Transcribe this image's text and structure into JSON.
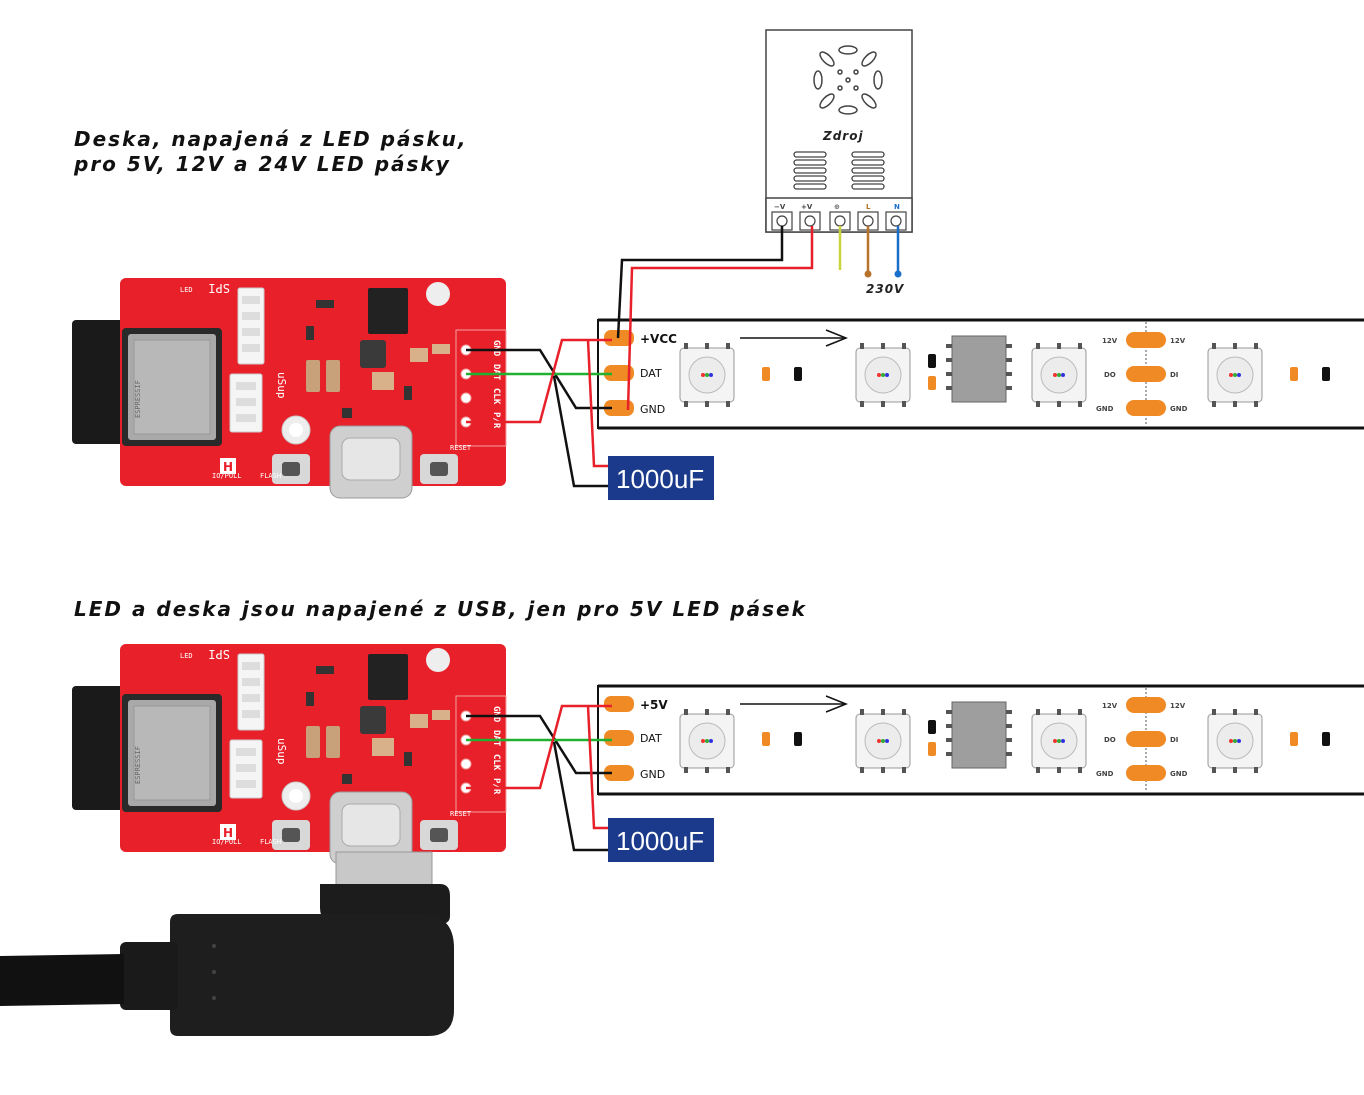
{
  "caption_top_line1": "Deska, napajená z LED pásku,",
  "caption_top_line2": "pro 5V, 12V a 24V LED pásky",
  "caption_bottom": "LED a deska jsou napajené z USB, jen pro 5V LED pásek",
  "psu": {
    "label": "Zdroj",
    "terminals": [
      "−V",
      "+V",
      "⊕",
      "L",
      "N"
    ],
    "mains_label": "230V"
  },
  "strip_top": {
    "pad_labels": [
      "+VCC",
      "DAT",
      "GND"
    ]
  },
  "strip_bottom": {
    "pad_labels": [
      "+5V",
      "DAT",
      "GND"
    ]
  },
  "strip_mid_labels": {
    "left": [
      "12V",
      "DO",
      "GND"
    ],
    "right": [
      "12V",
      "DI",
      "GND"
    ]
  },
  "capacitor_label": "1000uF",
  "board": {
    "pin_labels": [
      "GND",
      "DAT",
      "CLK",
      "P/R"
    ],
    "silk_spi": "SPI",
    "silk_usup": "uSup",
    "silk_led": "LED",
    "silk_flash": "FLASH",
    "silk_reset": "RESET",
    "silk_io_pull": "IO/PULL",
    "module_brand": "ESPRESSIF"
  },
  "colors": {
    "pcb_red": "#e8202a",
    "wire_red": "#e8202a",
    "wire_green": "#22b030",
    "wire_black": "#111111",
    "pad_orange": "#f08a24",
    "cap_blue": "#1c3a8c",
    "earth_wire": "#c8d43a",
    "live_wire": "#b8732a",
    "neutral_wire": "#1a6fc8"
  }
}
